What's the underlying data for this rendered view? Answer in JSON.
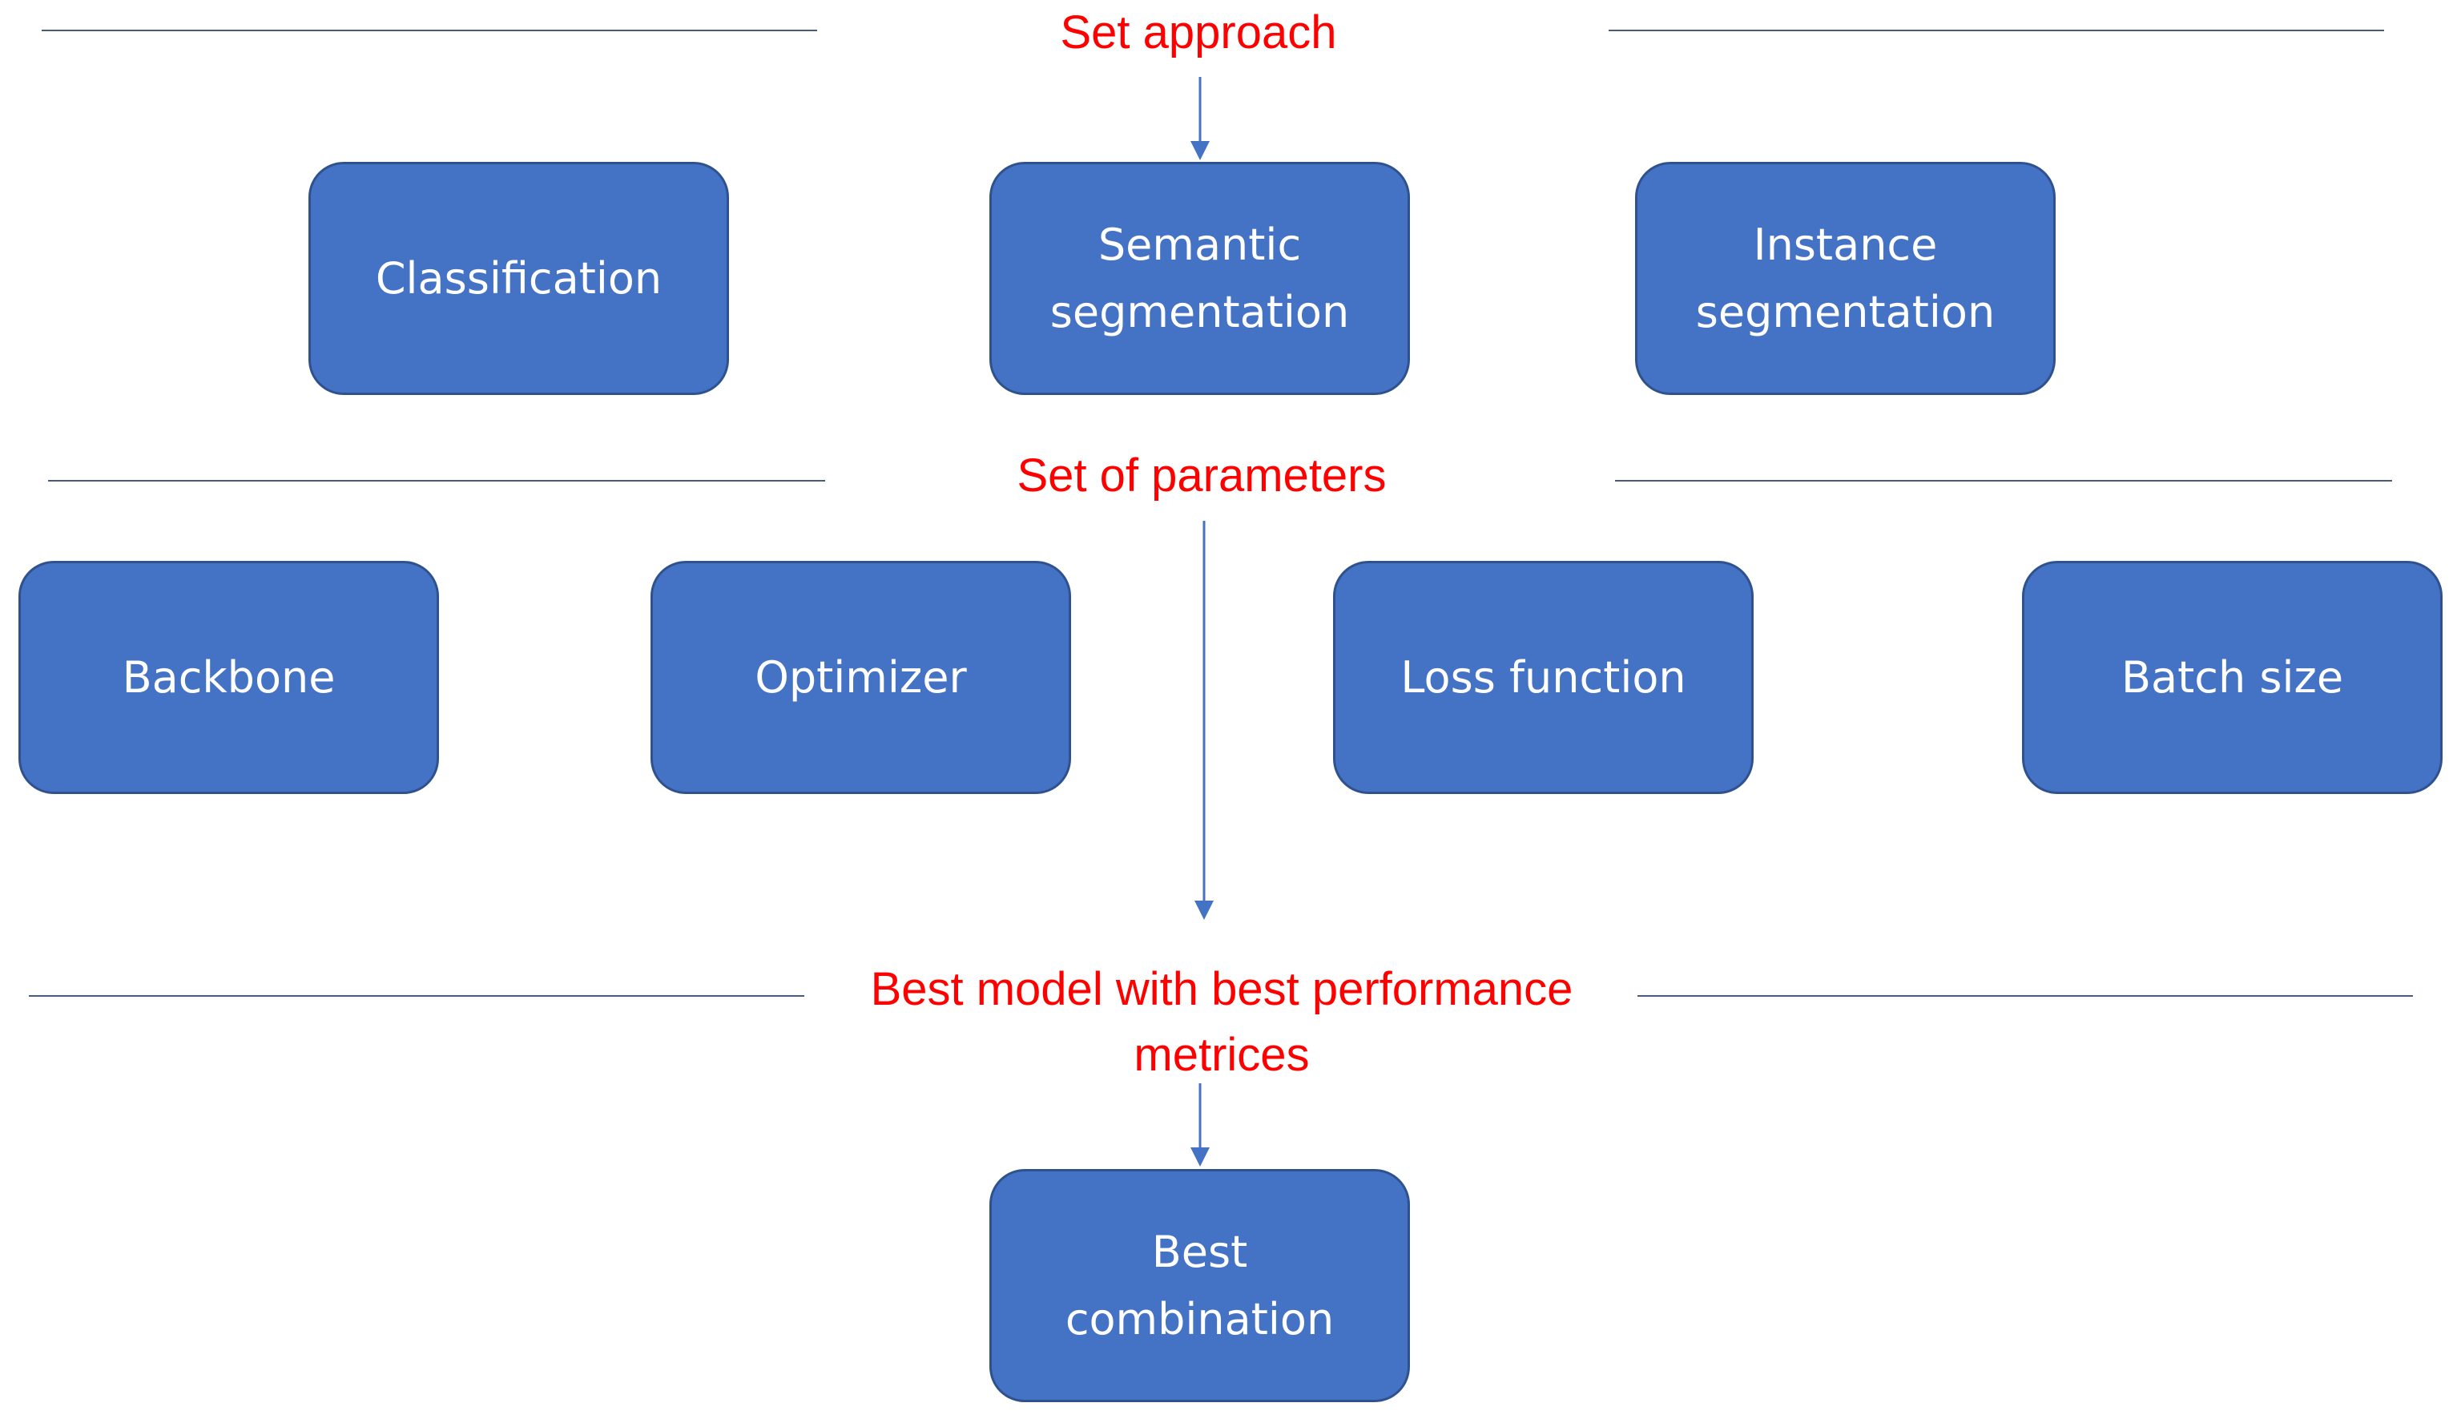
{
  "headings": {
    "approach": "Set approach",
    "parameters": "Set of parameters",
    "best_model_line1": "Best model with best performance",
    "best_model_line2": "metrices"
  },
  "approaches": [
    {
      "lines": [
        "Classification"
      ]
    },
    {
      "lines": [
        "Semantic",
        "segmentation"
      ]
    },
    {
      "lines": [
        "Instance",
        "segmentation"
      ]
    }
  ],
  "parameters": [
    {
      "lines": [
        "Backbone"
      ]
    },
    {
      "lines": [
        "Optimizer"
      ]
    },
    {
      "lines": [
        "Loss function"
      ]
    },
    {
      "lines": [
        "Batch size"
      ]
    }
  ],
  "result": {
    "lines": [
      "Best",
      "combination"
    ]
  },
  "colors": {
    "box_fill": "#4472c4",
    "box_border": "#2f528f",
    "heading_text": "#ff0000",
    "rule": "#4a5a7a",
    "arrow": "#4472c4"
  }
}
